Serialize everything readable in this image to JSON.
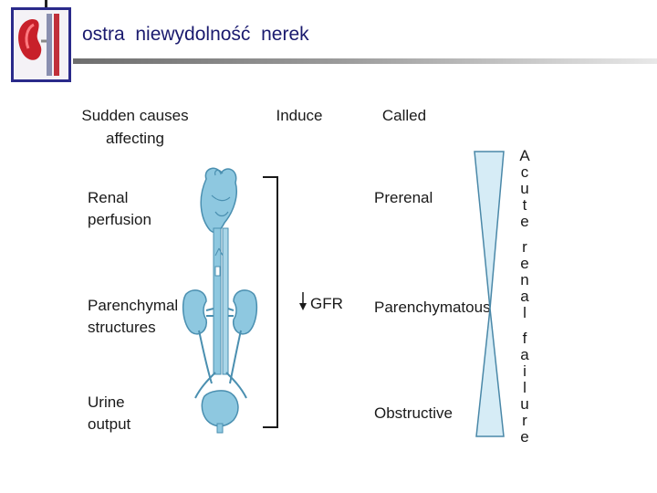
{
  "slide": {
    "title": "ostra  niewydolność  nerek"
  },
  "diagram": {
    "col_headers": {
      "causes_line1": "Sudden causes",
      "causes_line2": "affecting",
      "induce": "Induce",
      "called": "Called"
    },
    "causes": [
      {
        "line1": "Renal",
        "line2": "perfusion"
      },
      {
        "line1": "Parenchymal",
        "line2": "structures"
      },
      {
        "line1": "Urine",
        "line2": "output"
      }
    ],
    "induce_label": "GFR",
    "types": [
      "Prerenal",
      "Parenchymatous",
      "Obstructive"
    ],
    "vertical_label": [
      "A",
      "c",
      "u",
      "t",
      "e",
      "",
      "r",
      "e",
      "n",
      "a",
      "l",
      "",
      "f",
      "a",
      "i",
      "l",
      "u",
      "r",
      "e"
    ]
  },
  "colors": {
    "title": "#1a1a6e",
    "anatomy": "#8ec8e0",
    "anatomy_dark": "#4a8fb0",
    "hourglass": "#d6ecf6",
    "hourglass_stroke": "#4a88a8"
  }
}
